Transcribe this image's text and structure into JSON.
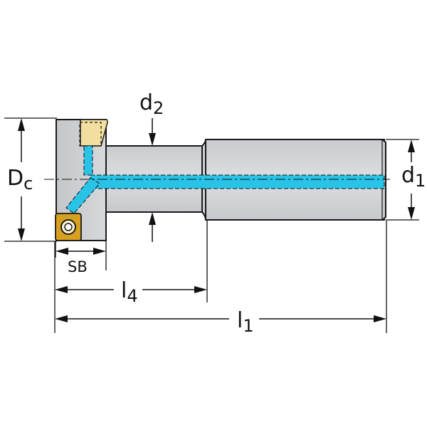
{
  "labels": {
    "dc_main": "D",
    "dc_sub": "c",
    "d1_main": "d",
    "d1_sub": "1",
    "d2_main": "d",
    "d2_sub": "2",
    "sb": "SB",
    "l4_main": "l",
    "l4_sub": "4",
    "l1_main": "l",
    "l1_sub": "1"
  },
  "colors": {
    "body_fill": "#d2d4d7",
    "outline": "#1a1a1a",
    "coolant": "#29c3e8",
    "insert_gold": "#d8a020",
    "insert_pale": "#f2dfa0",
    "dimension": "#111111"
  }
}
